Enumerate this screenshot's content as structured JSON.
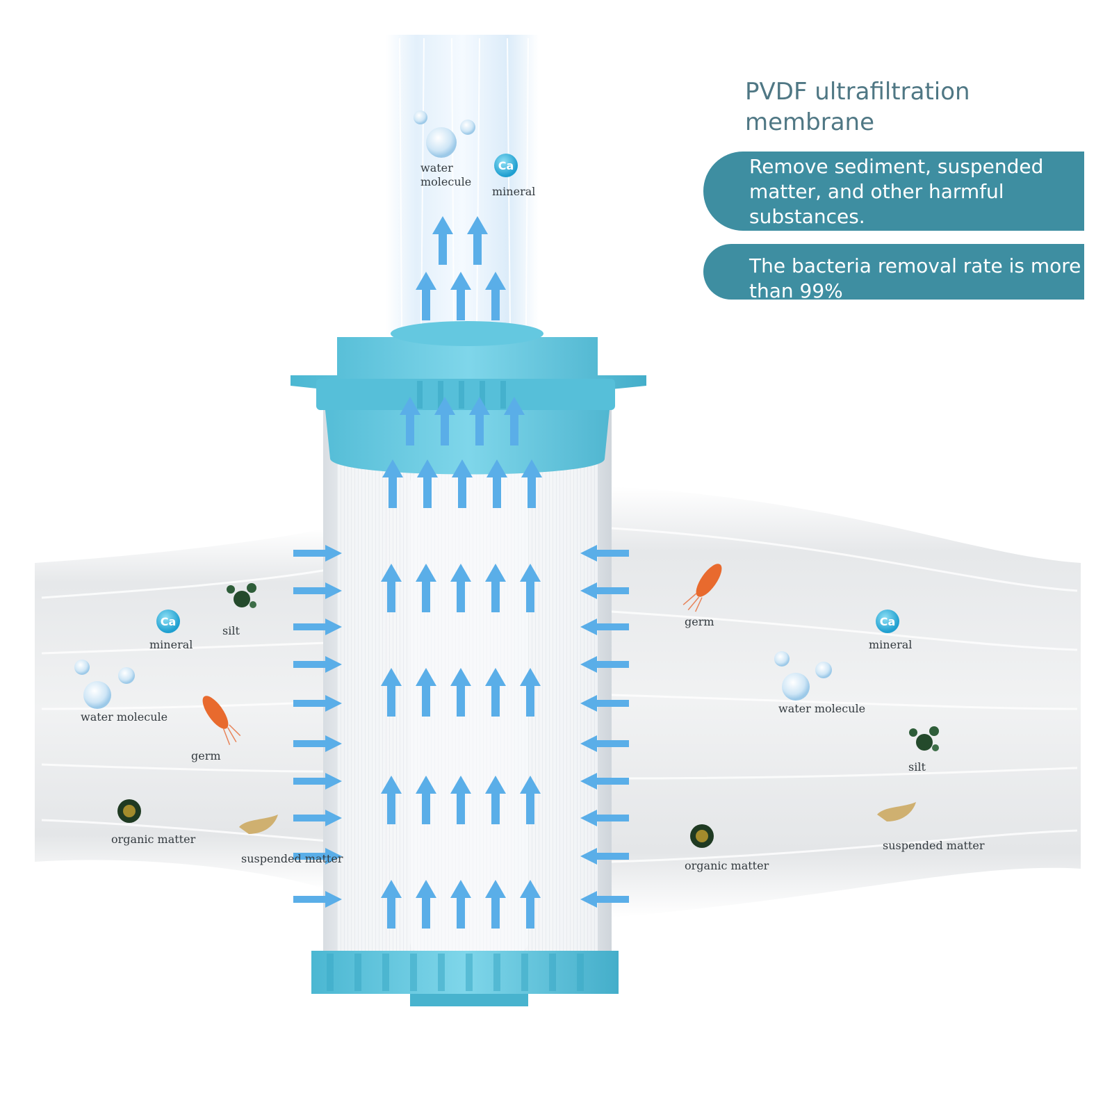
{
  "header": {
    "title": "PVDF ultrafiltration membrane"
  },
  "features": [
    "Remove sediment, suspended matter, and other harmful substances.",
    "The bacteria removal rate is more than 99%"
  ],
  "labels": {
    "top_water": "water\nmolecule",
    "top_mineral": "mineral",
    "left_mineral": "mineral",
    "left_silt": "silt",
    "left_water": "water molecule",
    "left_germ": "germ",
    "left_organic": "organic matter",
    "left_suspended": "suspended matter",
    "right_germ": "germ",
    "right_mineral": "mineral",
    "right_water": "water molecule",
    "right_silt": "silt",
    "right_organic": "organic matter",
    "right_suspended": "suspended matter",
    "ca_symbol": "Ca"
  },
  "colors": {
    "accent": "#3e8ea1",
    "arrow": "#5aaee8",
    "cap": "#5bc5de",
    "title": "#4f7784"
  }
}
